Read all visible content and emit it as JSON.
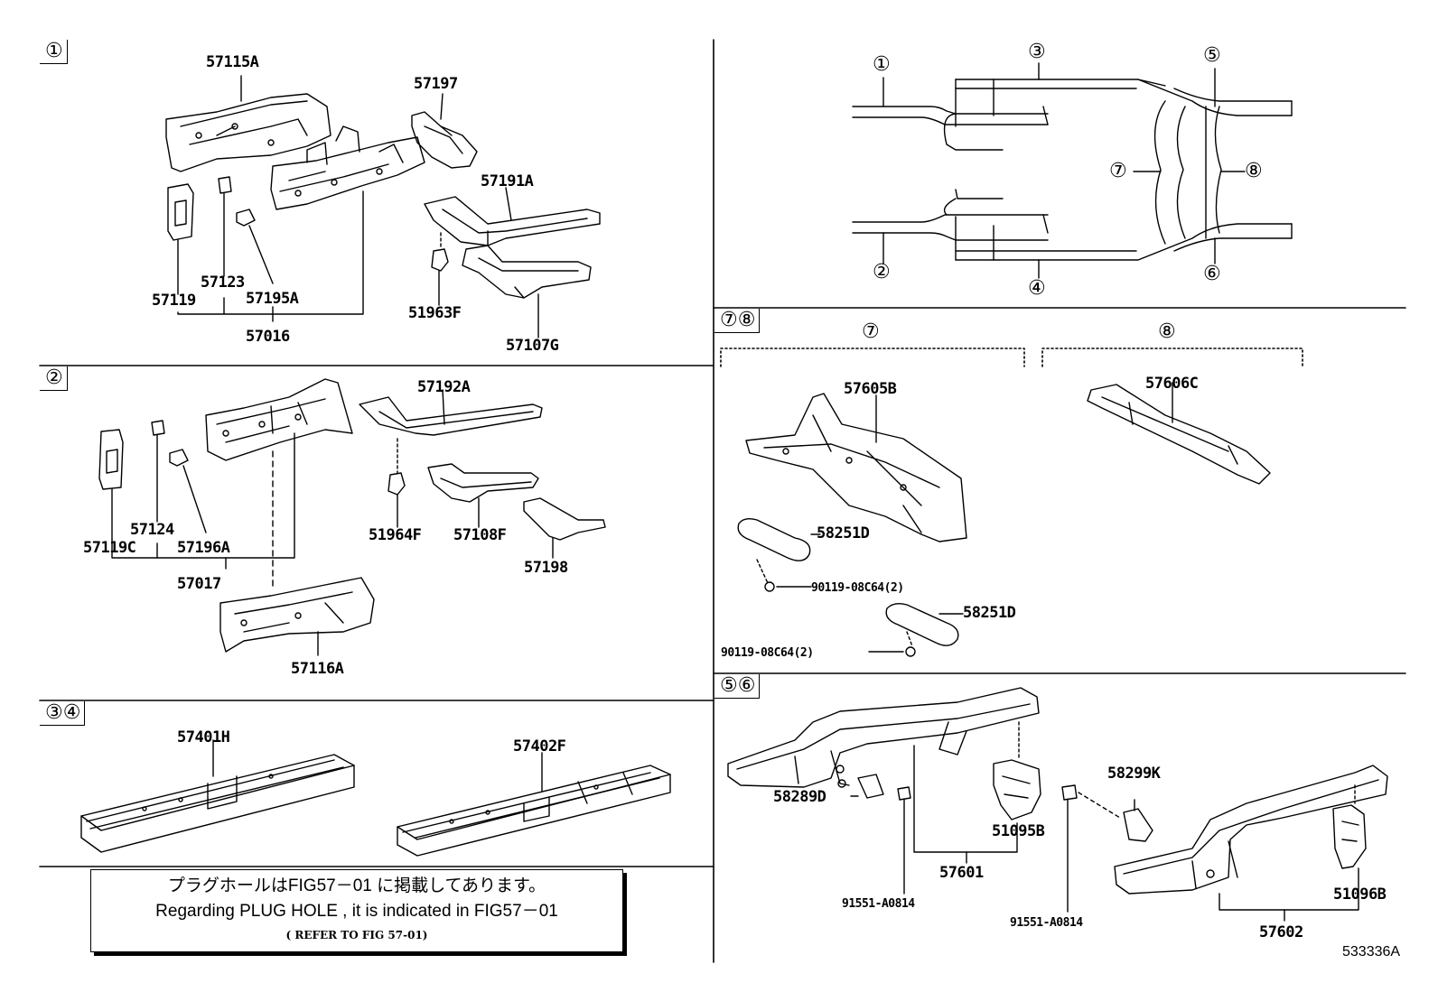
{
  "sections": {
    "s1": "①",
    "s2": "②",
    "s34": "③④",
    "s78": "⑦⑧",
    "s56": "⑤⑥"
  },
  "overview": {
    "c1": "①",
    "c2": "②",
    "c3": "③",
    "c4": "④",
    "c5": "⑤",
    "c6": "⑥",
    "c7": "⑦",
    "c8": "⑧"
  },
  "subheads": {
    "h7": "⑦",
    "h8": "⑧"
  },
  "parts": {
    "p57115A": "57115A",
    "p57197": "57197",
    "p57191A": "57191A",
    "p57123": "57123",
    "p57119": "57119",
    "p57195A": "57195A",
    "p57016": "57016",
    "p51963F": "51963F",
    "p57107G": "57107G",
    "p57192A": "57192A",
    "p57124": "57124",
    "p57119C": "57119C",
    "p57196A": "57196A",
    "p57017": "57017",
    "p51964F": "51964F",
    "p57108F": "57108F",
    "p57198": "57198",
    "p57116A": "57116A",
    "p57401H": "57401H",
    "p57402F": "57402F",
    "p57605B": "57605B",
    "p57606C": "57606C",
    "p58251D_a": "58251D",
    "p58251D_b": "58251D",
    "p90119_a": "90119-08C64(2)",
    "p90119_b": "90119-08C64(2)",
    "p58289D": "58289D",
    "p51095B": "51095B",
    "p58299K": "58299K",
    "p57601": "57601",
    "p91551_a": "91551-A0814",
    "p91551_b": "91551-A0814",
    "p51096B": "51096B",
    "p57602": "57602"
  },
  "note": {
    "line1": "プラグホールはFIG57－01 に掲載してあります。",
    "line2": "Regarding  PLUG  HOLE ,  it  is  indicated  in  FIG57－01",
    "line3": "( REFER TO FIG 57-01)"
  },
  "figure_id": "533336A"
}
